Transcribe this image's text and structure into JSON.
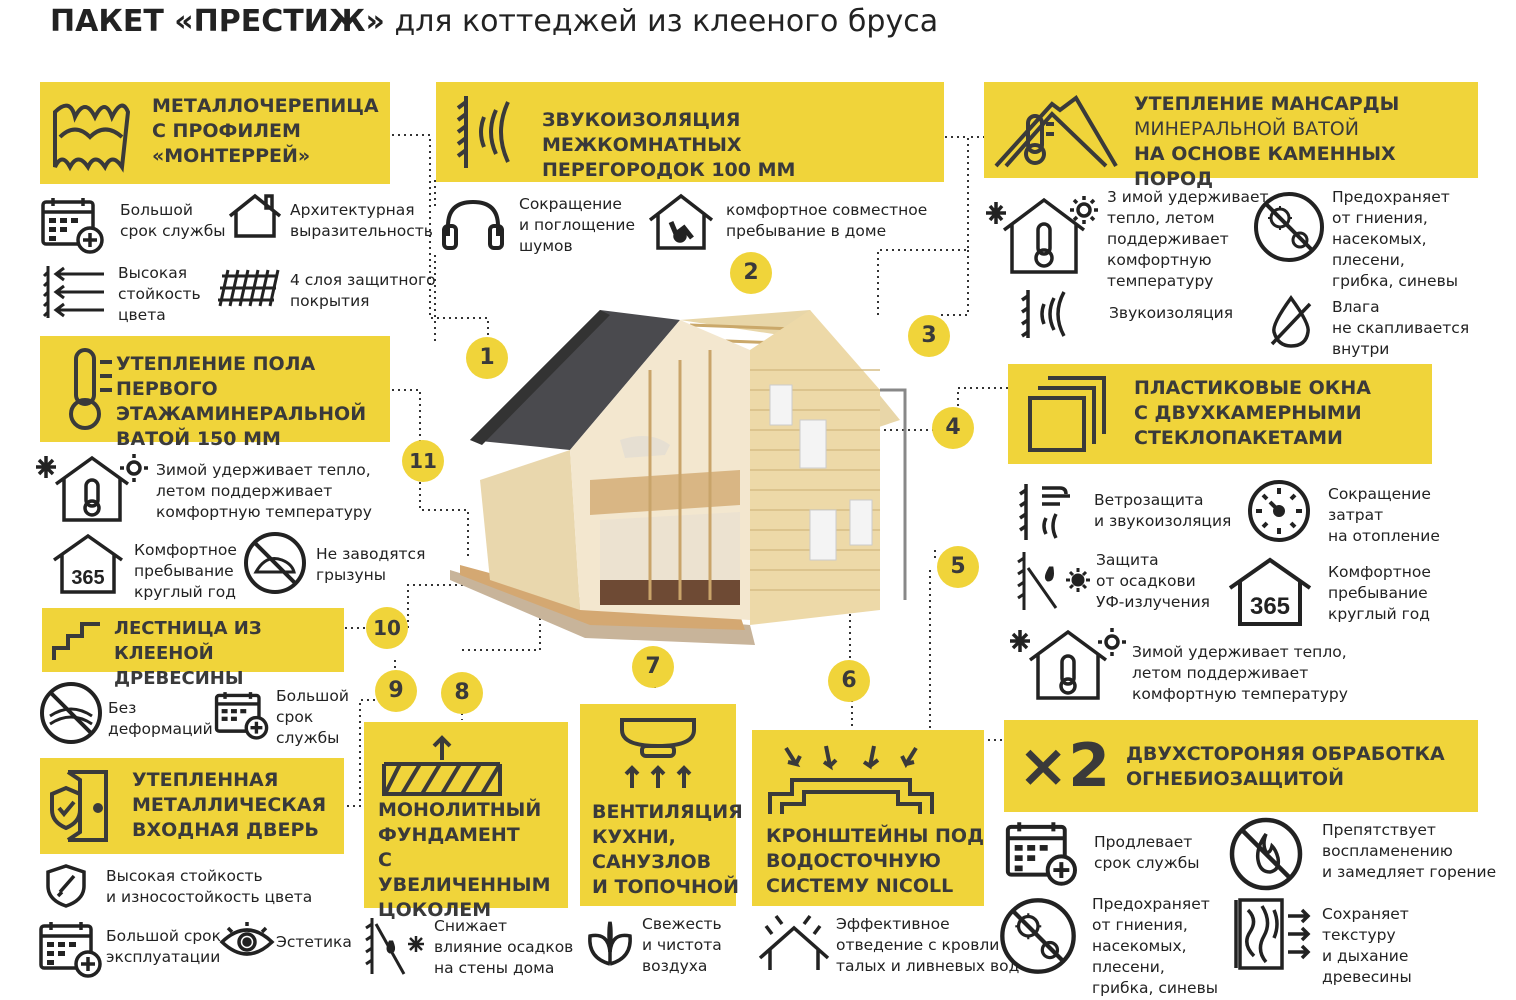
{
  "title": {
    "bold": "ПАКЕТ «ПРЕСТИЖ»",
    "rest": " для коттеджей из клееного бруса"
  },
  "markers": [
    "1",
    "2",
    "3",
    "4",
    "5",
    "6",
    "7",
    "8",
    "9",
    "10",
    "11"
  ],
  "roof": {
    "heading": [
      "МЕТАЛЛОЧЕРЕПИЦА",
      "С ПРОФИЛЕМ",
      "«МОНТЕРРЕЙ»"
    ],
    "features": [
      {
        "text": [
          "Большой",
          "срок службы"
        ],
        "icon": "calendar-plus-icon"
      },
      {
        "text": [
          "Архитектурная",
          "выразительность"
        ],
        "icon": "house-outline-icon"
      },
      {
        "text": [
          "Высокая",
          "стойкость",
          "цвета"
        ],
        "icon": "arrows-wall-icon"
      },
      {
        "text": [
          "4 слоя защитного",
          "покрытия"
        ],
        "icon": "layers-hatch-icon"
      }
    ]
  },
  "sound": {
    "heading": [
      "ЗВУКОИЗОЛЯЦИЯ МЕЖКОМНАТНЫХ",
      "ПЕРЕГОРОДОК 100 ММ"
    ],
    "features": [
      {
        "text": [
          "Сокращение",
          "и поглощение",
          "шумов"
        ],
        "icon": "headphones-icon"
      },
      {
        "text": [
          "комфортное совместное",
          "пребывание в доме"
        ],
        "icon": "house-pets-icon"
      }
    ]
  },
  "attic": {
    "heading": [
      "УТЕПЛЕНИЕ МАНСАРДЫ",
      "МИНЕРАЛЬНОЙ ВАТОЙ",
      "НА ОСНОВЕ КАМЕННЫХ ПОРОД"
    ],
    "features": [
      {
        "text": [
          "3 имой удерживает",
          "тепло, летом",
          "поддерживает",
          "комфортную",
          "температуру"
        ],
        "icon": "house-thermometer-icon"
      },
      {
        "text": [
          "Предохраняет",
          "от гниения,",
          "насекомых,",
          "плесени,",
          "грибка, синевы"
        ],
        "icon": "no-bugs-icon"
      },
      {
        "text": [
          "Звукоизоляция"
        ],
        "icon": "sound-wall-icon"
      },
      {
        "text": [
          "Влага",
          "не скапливается",
          "внутри"
        ],
        "icon": "no-drop-icon"
      }
    ]
  },
  "floor": {
    "heading": [
      "УТЕПЛЕНИЕ ПОЛА ПЕРВОГО",
      "ЭТАЖАМИНЕРАЛЬНОЙ",
      "ВАТОЙ 150 ММ"
    ],
    "features": [
      {
        "text": [
          "Зимой удерживает тепло,",
          "летом поддерживает",
          "комфортную температуру"
        ],
        "icon": "house-thermometer-icon"
      },
      {
        "text": [
          "Комфортное",
          "пребывание",
          "круглый год"
        ],
        "icon": "house-365-icon"
      },
      {
        "text": [
          "Не заводятся",
          "грызуны"
        ],
        "icon": "no-rodents-icon"
      }
    ]
  },
  "windows": {
    "heading": [
      "ПЛАСТИКОВЫЕ ОКНА",
      "С ДВУХКАМЕРНЫМИ",
      "СТЕКЛОПАКЕТАМИ"
    ],
    "features": [
      {
        "text": [
          "Ветрозащита",
          "и звукоизоляция"
        ],
        "icon": "wind-sound-icon"
      },
      {
        "text": [
          "Сокращение",
          "затрат",
          "на отопление"
        ],
        "icon": "gauge-icon"
      },
      {
        "text": [
          "Защита",
          "от осадкови",
          "УФ-излучения"
        ],
        "icon": "rain-sun-icon"
      },
      {
        "text": [
          "Комфортное",
          "пребывание",
          "круглый год"
        ],
        "icon": "house-365-icon"
      },
      {
        "text": [
          "Зимой удерживает тепло,",
          "летом поддерживает",
          "комфортную температуру"
        ],
        "icon": "house-thermometer-icon"
      }
    ]
  },
  "stairs": {
    "heading": [
      "ЛЕСТНИЦА ИЗ КЛЕЕНОЙ",
      "ДРЕВЕСИНЫ"
    ],
    "features": [
      {
        "text": [
          "Без",
          "деформаций"
        ],
        "icon": "no-deform-icon"
      },
      {
        "text": [
          "Большой",
          "срок",
          "службы"
        ],
        "icon": "calendar-plus-icon"
      }
    ]
  },
  "door": {
    "heading": [
      "УТЕПЛЕННАЯ",
      "МЕТАЛЛИЧЕСКАЯ",
      "ВХОДНАЯ ДВЕРЬ"
    ],
    "features": [
      {
        "text": [
          "Высокая стойкость",
          "и износостойкость цвета"
        ],
        "icon": "shield-brush-icon"
      },
      {
        "text": [
          "Большой срок",
          "эксплуатации"
        ],
        "icon": "calendar-plus-icon"
      },
      {
        "text": [
          "Эстетика"
        ],
        "icon": "eye-icon"
      }
    ]
  },
  "foundation": {
    "heading": [
      "МОНОЛИТНЫЙ",
      "ФУНДАМЕНТ",
      "С УВЕЛИЧЕННЫМ",
      "ЦОКОЛЕМ"
    ],
    "features": [
      {
        "text": [
          "Снижает",
          "влияние осадков",
          "на стены дома"
        ],
        "icon": "wall-rain-icon"
      }
    ]
  },
  "vent": {
    "heading": [
      "ВЕНТИЛЯЦИЯ",
      "КУХНИ,",
      "САНУЗЛОВ",
      "И ТОПОЧНОЙ"
    ],
    "features": [
      {
        "text": [
          "Свежесть",
          "и чистота",
          "воздуха"
        ],
        "icon": "leaf-icon"
      }
    ]
  },
  "gutter": {
    "heading": [
      "КРОНШТЕЙНЫ ПОД",
      "ВОДОСТОЧНУЮ",
      "СИСТЕМУ NICOLL"
    ],
    "features": [
      {
        "text": [
          "Эффективное",
          "отведение с кровли",
          "талых и ливневых вод"
        ],
        "icon": "roof-rain-icon"
      }
    ]
  },
  "fire": {
    "heading": [
      "ДВУХСТОРОНЯЯ ОБРАБОТКА",
      "ОГНЕБИОЗАЩИТОЙ"
    ],
    "badge": "×2",
    "features": [
      {
        "text": [
          "Продлевает",
          "срок службы"
        ],
        "icon": "calendar-plus-icon"
      },
      {
        "text": [
          "Препятствует",
          "воспламенению",
          "и замедляет горение"
        ],
        "icon": "no-fire-icon"
      },
      {
        "text": [
          "Предохраняет",
          "от гниения,",
          "насекомых,",
          "плесени,",
          "грибка, синевы"
        ],
        "icon": "no-bugs-icon"
      },
      {
        "text": [
          "Сохраняет",
          "текстуру",
          "и дыхание",
          "древесины"
        ],
        "icon": "wood-breath-icon"
      }
    ]
  },
  "colors": {
    "yellow": "#f0d43a",
    "dark": "#3a3a3a"
  }
}
